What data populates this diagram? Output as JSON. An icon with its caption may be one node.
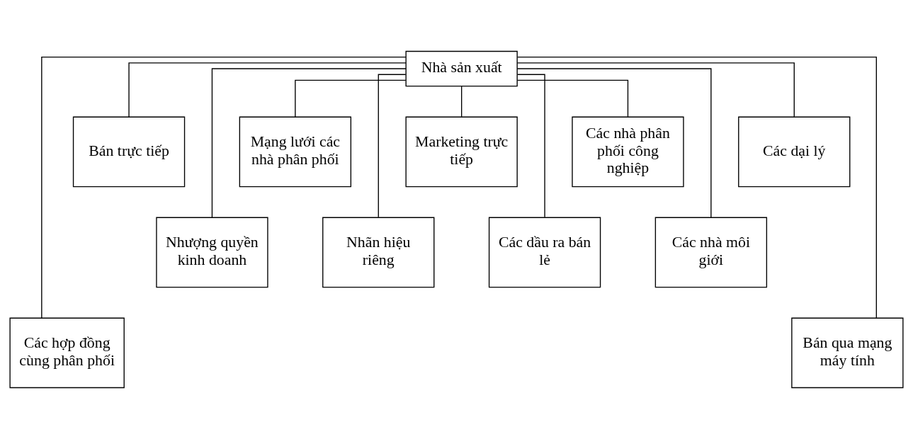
{
  "diagram": {
    "nodes": [
      {
        "text": [
          "Nhà sản xuất"
        ]
      },
      {
        "text": [
          "Bán trực tiếp"
        ]
      },
      {
        "text": [
          "Mạng lưới các nhà phân phối"
        ]
      },
      {
        "text": [
          "Marketing trực tiếp"
        ]
      },
      {
        "text": [
          "Các nhà phân phối công nghiệp"
        ]
      },
      {
        "text": [
          "Các dại lý"
        ]
      },
      {
        "text": [
          "Nhượng quyền kinh doanh"
        ]
      },
      {
        "text": [
          "Nhãn hiệu riêng"
        ]
      },
      {
        "text": [
          "Các dầu ra bán lẻ"
        ]
      },
      {
        "text": [
          "Các nhà môi giới"
        ]
      },
      {
        "text": [
          "Các hợp đồng cùng phân phối"
        ]
      },
      {
        "text": [
          "Bán qua mạng máy tính"
        ]
      }
    ],
    "edges": [
      {
        "from": 0,
        "to": 1,
        "arrow": "none"
      },
      {
        "from": 0,
        "to": 6,
        "arrow": "none"
      },
      {
        "from": 0,
        "to": 2,
        "arrow": "none"
      },
      {
        "from": 0,
        "to": 7,
        "arrow": "none"
      },
      {
        "from": 0,
        "to": 3,
        "arrow": "none"
      },
      {
        "from": 0,
        "to": 8,
        "arrow": "none"
      },
      {
        "from": 0,
        "to": 4,
        "arrow": "none"
      },
      {
        "from": 0,
        "to": 9,
        "arrow": "none"
      },
      {
        "from": 0,
        "to": 5,
        "arrow": "none"
      },
      {
        "from": 0,
        "to": 10,
        "arrow": "none"
      },
      {
        "from": 0,
        "to": 11,
        "arrow": "none"
      }
    ]
  }
}
